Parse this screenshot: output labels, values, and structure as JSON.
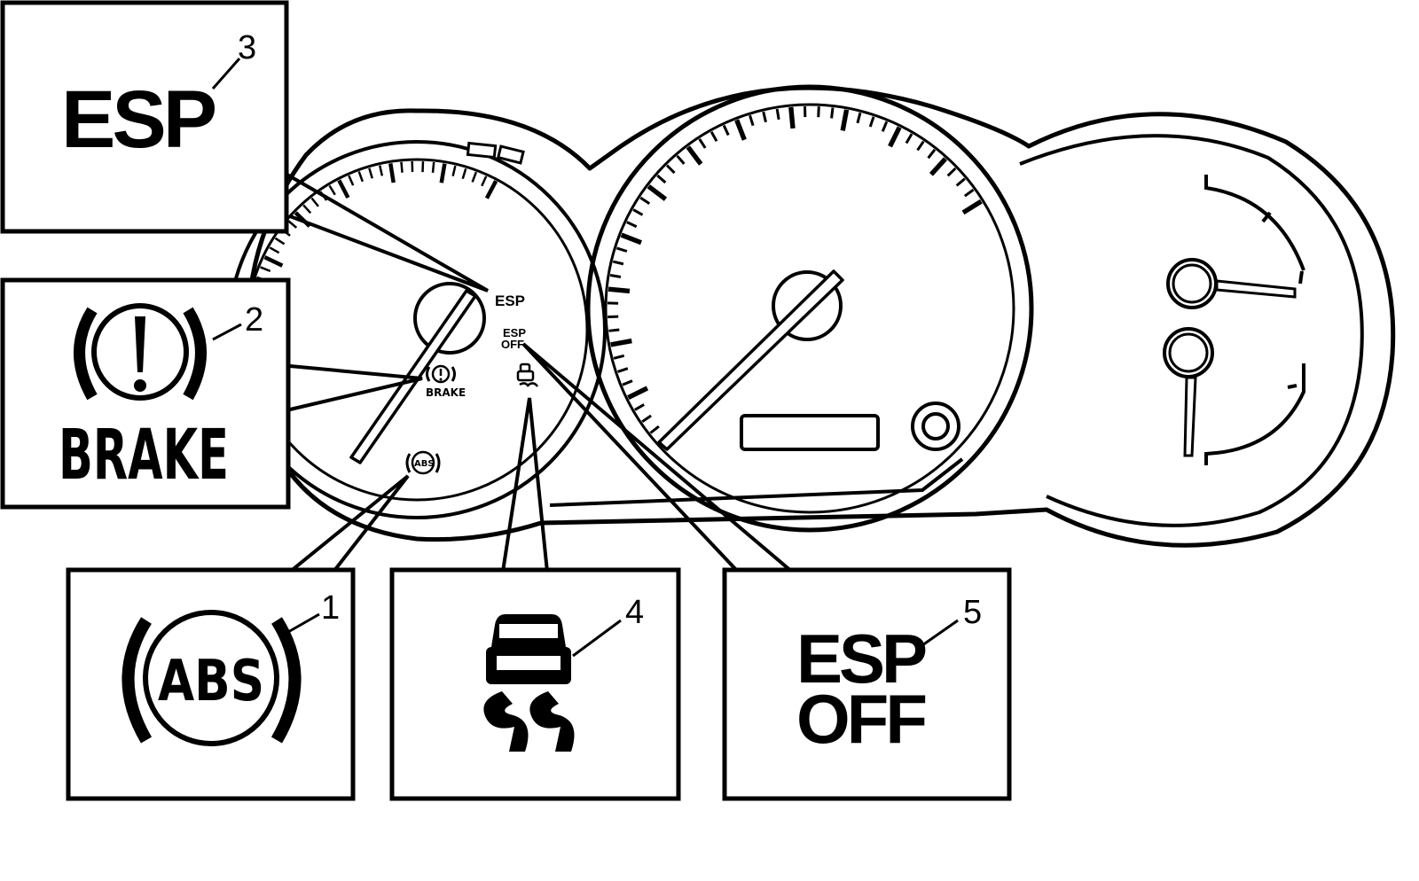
{
  "diagram": {
    "cluster_labels": {
      "esp": "ESP",
      "esp_off_line1": "ESP",
      "esp_off_line2": "OFF",
      "brake": "BRAKE",
      "abs": "ABS"
    },
    "callouts": [
      {
        "number": "1",
        "label": "ABS",
        "symbol": "abs-warning"
      },
      {
        "number": "2",
        "label": "BRAKE",
        "symbol": "brake-warning"
      },
      {
        "number": "3",
        "label": "ESP",
        "symbol": "esp-indicator"
      },
      {
        "number": "4",
        "label": "",
        "symbol": "skidding-car"
      },
      {
        "number": "5",
        "label_line1": "ESP",
        "label_line2": "OFF",
        "symbol": "esp-off-indicator"
      }
    ],
    "colors": {
      "ink": "#000000",
      "paper": "#ffffff"
    }
  }
}
